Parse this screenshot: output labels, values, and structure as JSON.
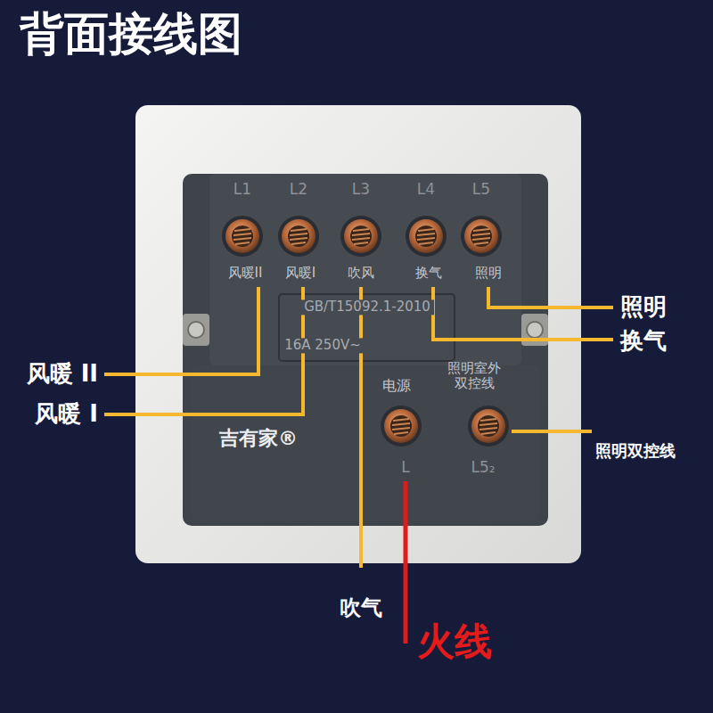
{
  "diagram": {
    "title": "背面接线图",
    "labels": [
      "L1",
      "L2",
      "L3",
      "L4",
      "L5",
      "风暖II",
      "风暖I",
      "吹风",
      "换气",
      "照明",
      "GB/T15092.1-2010",
      "16A 250V~",
      "照明室外 双控线",
      "电源",
      "吉有家®",
      "L",
      "L5₂",
      "照明",
      "换气",
      "风暖 II",
      "风暖 I",
      "照明双控线",
      "吹气",
      "火线"
    ]
  }
}
